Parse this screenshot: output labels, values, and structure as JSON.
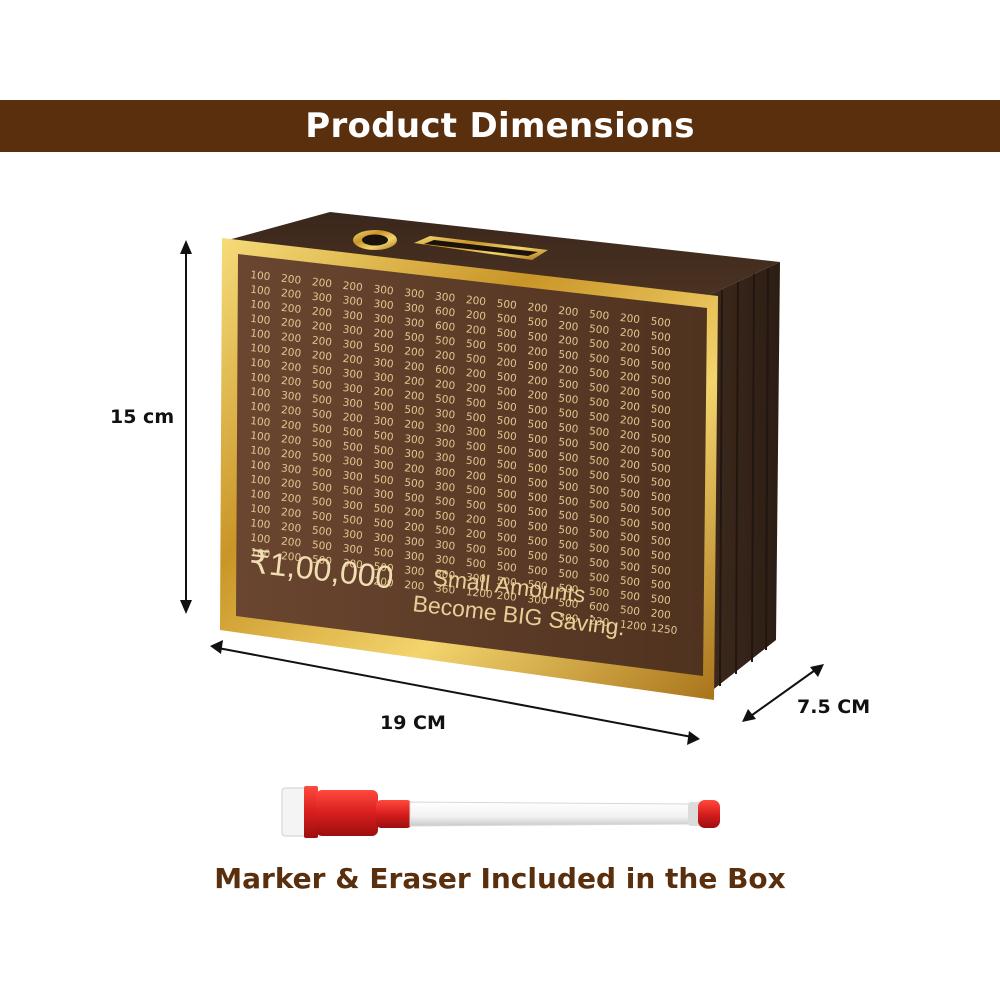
{
  "banner": {
    "title": "Product Dimensions"
  },
  "dimensions": {
    "height": "15 cm",
    "width": "19 CM",
    "depth": "7.5 CM"
  },
  "box_front": {
    "amount": "₹1,00,000",
    "tagline_line1": "Small Amounts",
    "tagline_line2": "Become BIG Saving.",
    "grid_rows": [
      [
        "100",
        "200",
        "200",
        "200",
        "300",
        "300",
        "300",
        "200",
        "500",
        "200",
        "200",
        "500",
        "200",
        "500"
      ],
      [
        "100",
        "200",
        "300",
        "300",
        "300",
        "300",
        "600",
        "200",
        "500",
        "500",
        "200",
        "500",
        "200",
        "500"
      ],
      [
        "100",
        "200",
        "200",
        "300",
        "300",
        "300",
        "600",
        "200",
        "500",
        "500",
        "200",
        "500",
        "200",
        "500"
      ],
      [
        "100",
        "200",
        "200",
        "300",
        "200",
        "500",
        "500",
        "500",
        "500",
        "200",
        "500",
        "500",
        "500",
        "500"
      ],
      [
        "100",
        "200",
        "200",
        "300",
        "500",
        "200",
        "200",
        "500",
        "200",
        "500",
        "200",
        "500",
        "200",
        "500"
      ],
      [
        "100",
        "200",
        "200",
        "200",
        "300",
        "200",
        "600",
        "200",
        "500",
        "200",
        "500",
        "500",
        "200",
        "500"
      ],
      [
        "100",
        "200",
        "500",
        "300",
        "300",
        "200",
        "200",
        "200",
        "500",
        "200",
        "500",
        "500",
        "200",
        "500"
      ],
      [
        "100",
        "200",
        "500",
        "300",
        "200",
        "200",
        "500",
        "500",
        "500",
        "500",
        "500",
        "500",
        "200",
        "500"
      ],
      [
        "100",
        "300",
        "500",
        "300",
        "500",
        "500",
        "300",
        "500",
        "500",
        "500",
        "500",
        "500",
        "200",
        "500"
      ],
      [
        "100",
        "200",
        "500",
        "200",
        "300",
        "200",
        "300",
        "300",
        "500",
        "500",
        "500",
        "500",
        "200",
        "500"
      ],
      [
        "100",
        "200",
        "500",
        "500",
        "500",
        "300",
        "300",
        "500",
        "500",
        "500",
        "500",
        "500",
        "200",
        "500"
      ],
      [
        "100",
        "200",
        "500",
        "500",
        "500",
        "300",
        "300",
        "500",
        "500",
        "500",
        "500",
        "500",
        "500",
        "500"
      ],
      [
        "100",
        "200",
        "500",
        "300",
        "300",
        "200",
        "800",
        "200",
        "500",
        "500",
        "500",
        "500",
        "500",
        "500"
      ],
      [
        "100",
        "300",
        "500",
        "300",
        "500",
        "500",
        "300",
        "500",
        "500",
        "500",
        "500",
        "500",
        "500",
        "500"
      ],
      [
        "100",
        "200",
        "500",
        "500",
        "300",
        "500",
        "500",
        "500",
        "500",
        "500",
        "500",
        "500",
        "500",
        "500"
      ],
      [
        "100",
        "200",
        "500",
        "300",
        "500",
        "200",
        "500",
        "200",
        "500",
        "500",
        "500",
        "500",
        "500",
        "500"
      ],
      [
        "100",
        "200",
        "500",
        "500",
        "500",
        "200",
        "500",
        "200",
        "500",
        "500",
        "500",
        "500",
        "500",
        "500"
      ],
      [
        "100",
        "200",
        "500",
        "300",
        "300",
        "300",
        "300",
        "500",
        "500",
        "500",
        "500",
        "500",
        "500",
        "500"
      ],
      [
        "100",
        "200",
        "500",
        "300",
        "500",
        "300",
        "300",
        "500",
        "500",
        "500",
        "500",
        "500",
        "500",
        "500"
      ],
      [
        "100",
        "200",
        "500",
        "300",
        "500",
        "300",
        "300",
        "300",
        "500",
        "500",
        "500",
        "500",
        "500",
        "500"
      ]
    ],
    "bottom_row": [
      "200",
      "200",
      "360",
      "1200",
      "200",
      "300",
      "500",
      "600",
      "500",
      "200"
    ],
    "bottom_row2": [
      "300",
      "230",
      "1200",
      "1250"
    ]
  },
  "accessory": {
    "caption": "Marker & Eraser Included in the Box"
  },
  "colors": {
    "banner": "#5a2f0d",
    "wood": "#5b3a24",
    "gold": "#d4a53a",
    "marker_red": "#d81e1e"
  }
}
